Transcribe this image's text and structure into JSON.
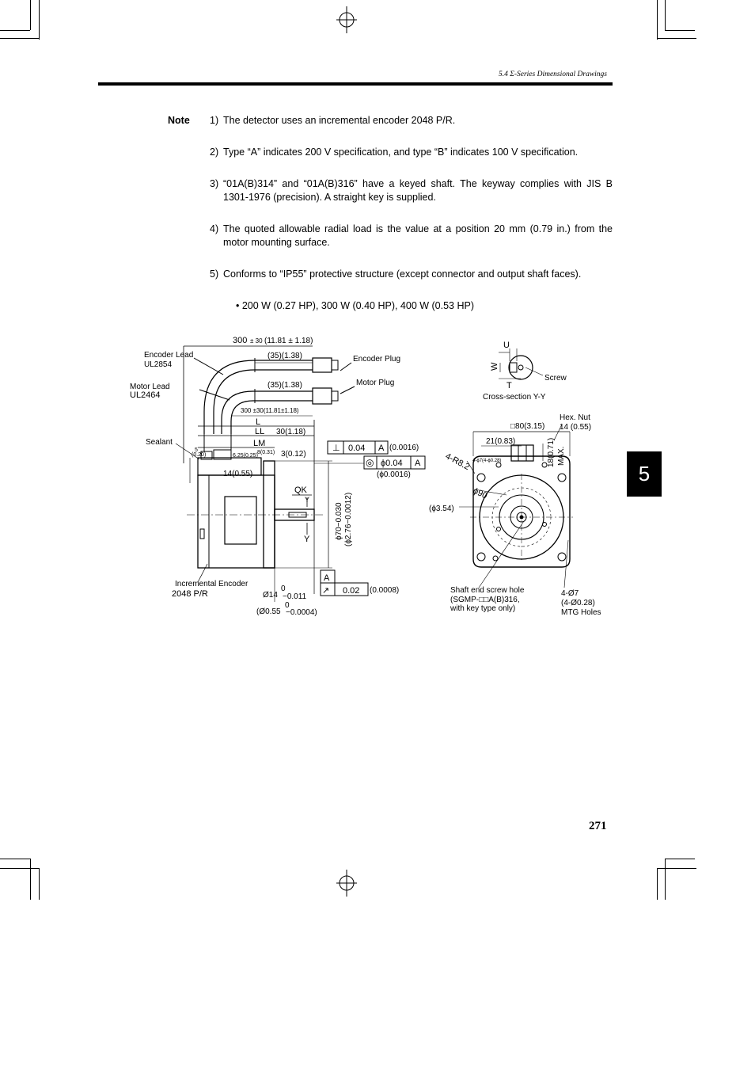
{
  "header": {
    "section": "5.4 Σ-Series Dimensional Drawings"
  },
  "notes": {
    "label": "Note",
    "items": [
      {
        "num": "1)",
        "text": "The detector uses an incremental encoder 2048 P/R."
      },
      {
        "num": "2)",
        "text": "Type “A” indicates 200 V specification, and type “B” indicates 100 V specification."
      },
      {
        "num": "3)",
        "text": "“01A(B)314” and “01A(B)316” have a keyed shaft. The keyway complies with JIS B 1301-1976 (precision). A straight key is supplied."
      },
      {
        "num": "4)",
        "text": "The quoted allowable radial load is the value at a position 20 mm (0.79 in.) from the motor mounting surface."
      },
      {
        "num": "5)",
        "text": "Conforms to “IP55” protective structure (except connector and output shaft faces)."
      }
    ]
  },
  "bullet": "• 200 W (0.27 HP), 300 W (0.40 HP), 400 W (0.53 HP)",
  "drawing": {
    "encoder_lead": "Encoder Lead",
    "ul2854": "UL2854",
    "motor_lead": "Motor Lead",
    "ul2464": "UL2464",
    "sealant": "Sealant",
    "dim_300_top": "300",
    "dim_300_tol": "± 30",
    "dim_300_in": "(11.81 ± 1.18)",
    "dim_35_a": "(35)(1.38)",
    "dim_35_b": "(35)(1.38)",
    "dim_300_b": "300 ±30(11.81±1.18)",
    "encoder_plug": "Encoder Plug",
    "motor_plug": "Motor Plug",
    "L": "L",
    "LL": "LL",
    "LM": "LM",
    "dim_30": "30(1.18)",
    "dim_3": "3(0.12)",
    "dim_14": "14(0.55)",
    "dim_5": "5",
    "dim_020": "(0.20)",
    "dim_625": "6.25(0.25)",
    "dim_8": "8(0.31)",
    "tol_perp": "⊥",
    "tol_004": "0.04",
    "datum_a": "A",
    "tol_perp_in": "(0.0016)",
    "tol_conc": "◎",
    "tol_phi004": "ϕ0.04",
    "tol_conc_in": "(ϕ0.0016)",
    "QK": "QK",
    "Y": "Y",
    "phi70": "ϕ70−0.030",
    "phi276": "(ϕ2.76−0.0012)",
    "datum_box": "A",
    "runout": "↗",
    "tol_002": "0.02",
    "tol_002_in": "(0.0008)",
    "phi14": "Ø14",
    "phi14_tol_top": "0",
    "phi14_tol_bot": "−0.011",
    "phi055": "(Ø0.55",
    "phi055_tol_top": "0",
    "phi055_tol_bot": "−0.0004)",
    "inc_encoder": "Incremental Encoder",
    "inc_2048": "2048 P/R",
    "U": "U",
    "W": "W",
    "T": "T",
    "screw": "Screw",
    "cross_section": "Cross-section Y-Y",
    "hex_nut": "Hex. Nut",
    "hex_14": "14 (0.55)",
    "sq80": "□80(3.15)",
    "dim_21": "21(0.83)",
    "dim_18": "18(0.71)",
    "max": "MAX.",
    "r82": "4-R8.2",
    "phi7_small": "4-ϕ7(4-ϕ0.28)",
    "phi90": "ϕ90",
    "phi354": "(ϕ3.54)",
    "shaft_end_1": "Shaft end screw hole",
    "shaft_end_2": "(SGMP-□□A(B)316,",
    "shaft_end_3": "with key type only)",
    "holes_1": "4-Ø7",
    "holes_2": "(4-Ø0.28)",
    "holes_3": "MTG Holes"
  },
  "chapter_tab": "5",
  "page_number": "271"
}
